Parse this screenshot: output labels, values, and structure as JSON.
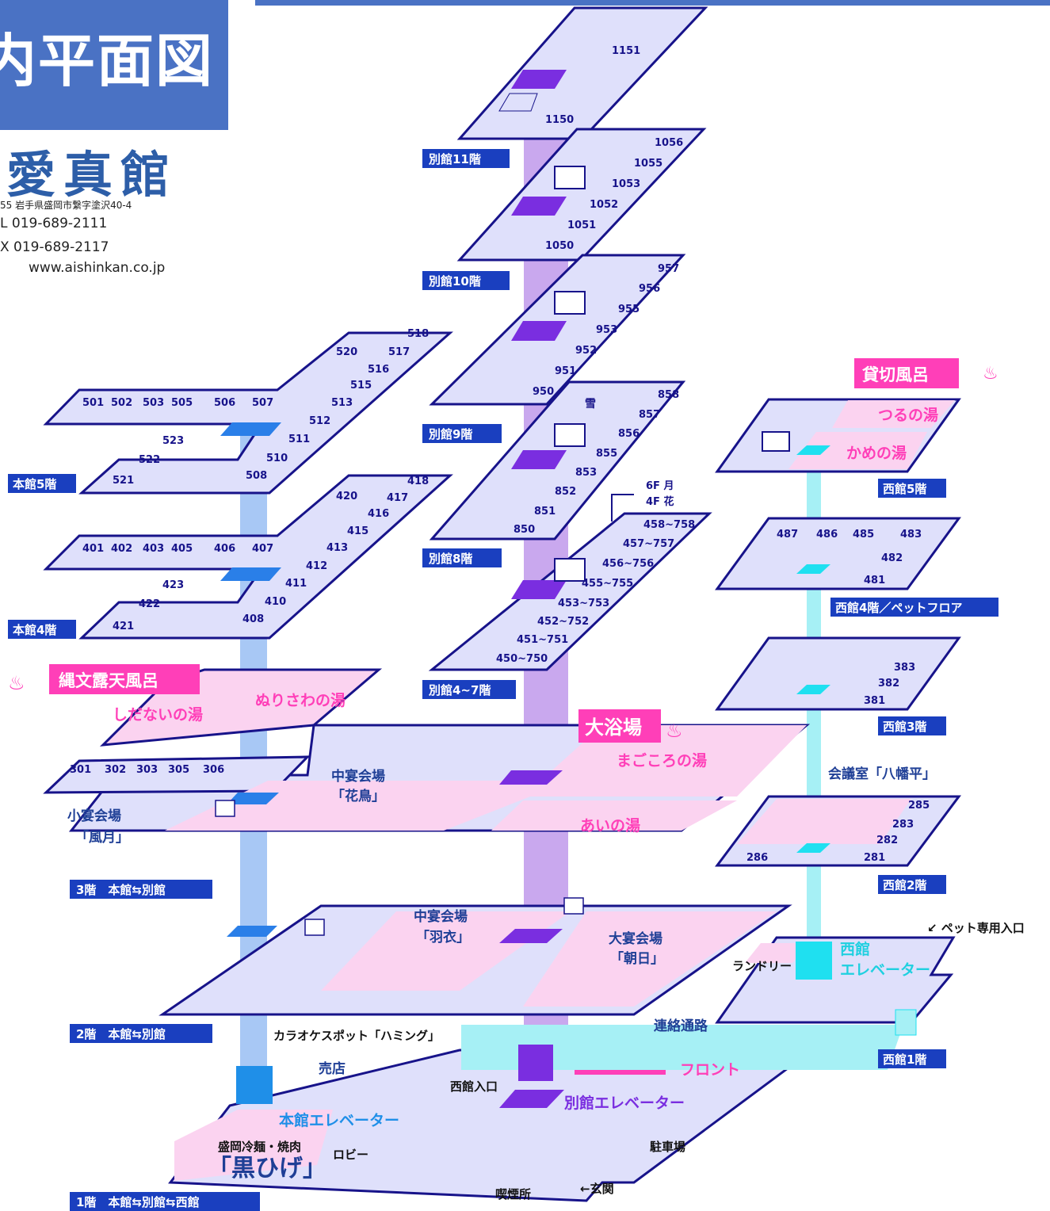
{
  "header": {
    "title": "内平面図",
    "logo": "愛真館",
    "address": "55 岩手県盛岡市繋字塗沢40-4",
    "tel": "L 019-689-2111",
    "fax": "X 019-689-2117",
    "web": "www.aishinkan.co.jp"
  },
  "floors": {
    "annex11": "別館11階",
    "annex10": "別館10階",
    "annex9": "別館9階",
    "annex8": "別館8階",
    "annex4_7": "別館4~7階",
    "main5": "本館5階",
    "main4": "本館4階",
    "f3": "3階　本館⇆別館",
    "f2": "2階　本館⇆別館",
    "f1": "1階　本館⇆別館⇆西館",
    "west5": "西館5階",
    "west4": "西館4階／ペットフロア",
    "west3": "西館3階",
    "west2": "西館2階",
    "west1": "西館1階"
  },
  "rooms": {
    "annex11": [
      "1151",
      "1150"
    ],
    "annex10": [
      "1056",
      "1055",
      "1053",
      "1052",
      "1051",
      "1050"
    ],
    "annex9": [
      "957",
      "956",
      "955",
      "953",
      "952",
      "951",
      "950"
    ],
    "annex8": [
      "858",
      "857",
      "856",
      "855",
      "853",
      "852",
      "851",
      "850"
    ],
    "annex4_7": [
      "458~758",
      "457~757",
      "456~756",
      "455~755",
      "453~753",
      "452~752",
      "451~751",
      "450~750"
    ],
    "main5_top": [
      "501",
      "502",
      "503",
      "505",
      "506",
      "507"
    ],
    "main5_right": [
      "520",
      "517",
      "518",
      "516",
      "515",
      "513",
      "512",
      "511",
      "510",
      "508"
    ],
    "main5_left": [
      "523",
      "522",
      "521"
    ],
    "main4_top": [
      "401",
      "402",
      "403",
      "405",
      "406",
      "407"
    ],
    "main4_right": [
      "420",
      "417",
      "418",
      "416",
      "415",
      "413",
      "412",
      "411",
      "410",
      "408"
    ],
    "main4_left": [
      "423",
      "422",
      "421"
    ],
    "main3": [
      "301",
      "302",
      "303",
      "305",
      "306"
    ],
    "west4": [
      "487",
      "486",
      "485",
      "483",
      "482",
      "481"
    ],
    "west3": [
      "383",
      "382",
      "381"
    ],
    "west2": [
      "285",
      "283",
      "282",
      "281",
      "286"
    ]
  },
  "labels": {
    "private_bath": "貸切風呂",
    "tsuru": "つるの湯",
    "kame": "かめの湯",
    "jomon": "縄文露天風呂",
    "shidanai": "しだないの湯",
    "nurisawa": "ぬりさわの湯",
    "daiyokujo": "大浴場",
    "magokoro": "まごころの湯",
    "ai": "あいの湯",
    "mid_hall_kacho_1": "中宴会場",
    "mid_hall_kacho_2": "「花鳥」",
    "small_hall_1": "小宴会場",
    "small_hall_2": "「風月」",
    "mid_hall_hagoromo_1": "中宴会場",
    "mid_hall_hagoromo_2": "「羽衣」",
    "big_hall_1": "大宴会場",
    "big_hall_2": "「朝日」",
    "conference": "会議室「八幡平」",
    "pet_entrance": "↙ ペット専用入口",
    "laundry": "ランドリー",
    "west_elevator_1": "西館",
    "west_elevator_2": "エレベーター",
    "corridor": "連絡通路",
    "karaoke": "カラオケスポット「ハミング」",
    "shop": "売店",
    "west_entrance": "西館入口",
    "front": "フロント",
    "annex_elevator": "別館エレベーター",
    "main_elevator": "本館エレベーター",
    "restaurant_sub": "盛岡冷麺・焼肉",
    "restaurant": "「黒ひげ」",
    "lobby": "ロビー",
    "parking": "駐車場",
    "smoking": "喫煙所",
    "entrance": "←玄関",
    "snow": "雪",
    "floor6": "6F 月",
    "floor4": "4F 花"
  },
  "colors": {
    "navy": "#17138a",
    "blue_shaft": "#a8c8f5",
    "purple_shaft": "#c9a8ee",
    "cyan_shaft": "#a6f0f5",
    "floor_fill": "#dfe0fb",
    "pink_fill": "#fbd3f0",
    "magenta": "#ff3fb8",
    "label_blue": "#1a3fbf",
    "header_blue": "#4a72c4"
  }
}
